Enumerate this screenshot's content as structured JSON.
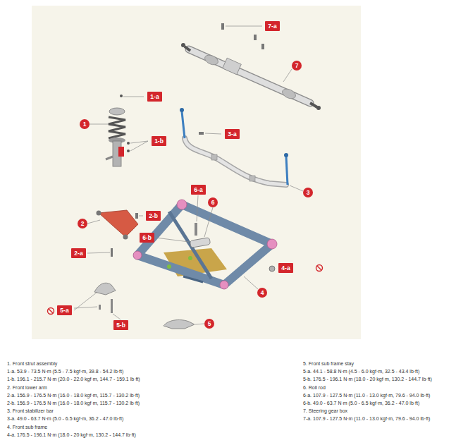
{
  "diagram": {
    "nodes": [
      {
        "text": [
          "7-a"
        ]
      },
      {
        "text": [
          "7"
        ]
      },
      {
        "text": [
          "1-a"
        ]
      },
      {
        "text": [
          "1"
        ]
      },
      {
        "text": [
          "3-a"
        ]
      },
      {
        "text": [
          "1-b"
        ]
      },
      {
        "text": [
          "6-a"
        ]
      },
      {
        "text": [
          "3"
        ]
      },
      {
        "text": [
          "6"
        ]
      },
      {
        "text": [
          "2-b"
        ]
      },
      {
        "text": [
          "2"
        ]
      },
      {
        "text": [
          "6-b"
        ]
      },
      {
        "text": [
          "2-a"
        ]
      },
      {
        "text": [
          "4-a"
        ]
      },
      {
        "text": [
          "4"
        ]
      },
      {
        "text": [
          "5-a"
        ]
      },
      {
        "text": [
          "5-b"
        ]
      },
      {
        "text": [
          "5"
        ]
      }
    ],
    "labels": [
      "1. Front strut assembly",
      "1-a. 53.9 - 73.5 N·m (5.5 - 7.5 kgf·m, 39.8 - 54.2 lb·ft)",
      "1-b. 196.1 - 215.7 N·m (20.0 - 22.0 kgf·m, 144.7 - 159.1 lb·ft)",
      "2. Front lower arm",
      "2-a. 156.9 - 176.5 N·m (16.0 - 18.0 kgf·m, 115.7 - 130.2 lb·ft)",
      "2-b. 156.9 - 176.5 N·m (16.0 - 18.0 kgf·m, 115.7 - 130.2 lb·ft)",
      "3. Front stabilizer bar",
      "3-a. 49.0 - 63.7 N·m (5.0 - 6.5 kgf·m, 36.2 - 47.0 lb·ft)",
      "4. Front sub frame",
      "4-a. 176.5 - 196.1 N·m (18.0 - 20 kgf·m, 130.2 - 144.7 lb·ft)",
      "5. Front sub frame stay",
      "5-a. 44.1 - 58.8 N·m (4.5 - 6.0 kgf·m, 32.5 - 43.4 lb·ft)",
      "5-b. 176.5 - 196.1 N·m (18.0 - 20 kgf·m, 130.2 - 144.7 lb·ft)",
      "6. Roll rod",
      "6-a. 107.9 - 127.5 N·m (11.0 - 13.0 kgf·m, 79.6 - 94.0 lb·ft)",
      "6-b. 49.0 - 63.7 N·m (5.0 - 6.5 kgf·m, 36.2 - 47.0 lb·ft)",
      "7. Steering gear box",
      "7-a. 107.9 - 127.5 N·m (11.0 - 13.0 kgf·m, 79.6 - 94.0 lb·ft)"
    ]
  }
}
